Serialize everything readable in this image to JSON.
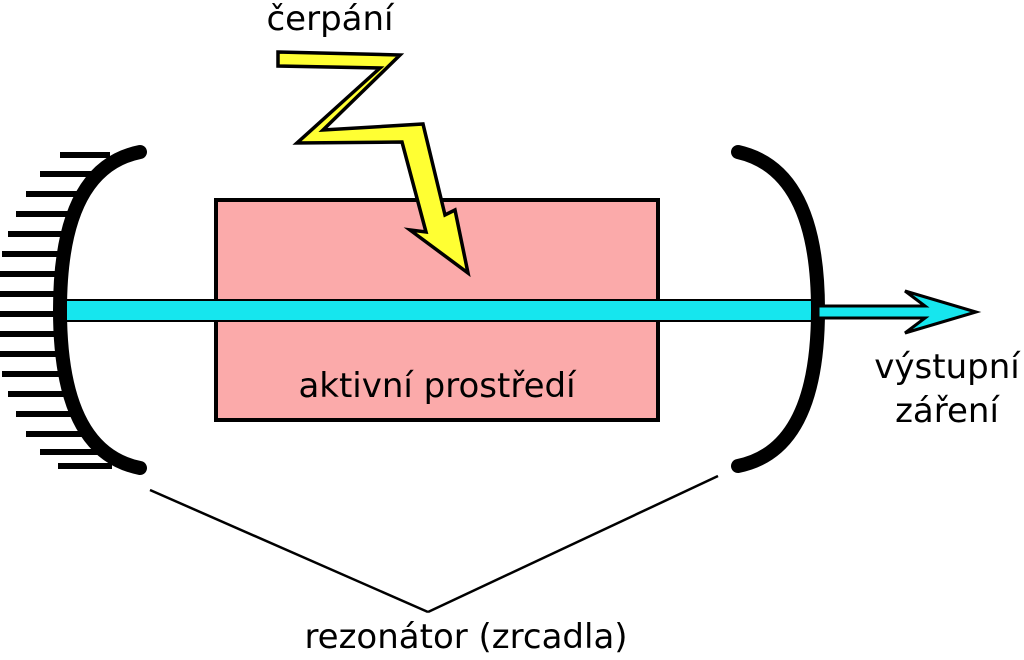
{
  "diagram": {
    "labels": {
      "pumping": "čerpání",
      "active_medium": "aktivní prostředí",
      "output_line_1": "výstupní",
      "output_line_2": "záření",
      "resonator": "rezonátor (zrcadla)"
    },
    "colors": {
      "active_medium_fill": "#fbaaaa",
      "beam": "#16e6ee",
      "pump_bolt": "#ffff33",
      "outline": "#000000",
      "background": "#ffffff"
    }
  }
}
